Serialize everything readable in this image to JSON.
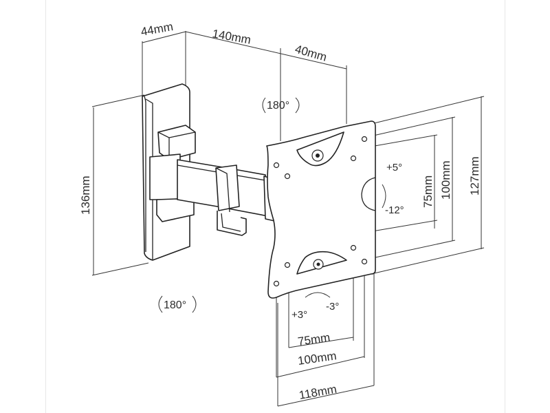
{
  "dimensions": {
    "wall_plate_depth": "44mm",
    "arm_length": "140mm",
    "head_depth": "40mm",
    "wall_plate_height": "136mm",
    "vesa_v_small": "75mm",
    "vesa_v_mid": "100mm",
    "vesa_v_large": "127mm",
    "vesa_h_small": "75mm",
    "vesa_h_mid": "100mm",
    "vesa_h_large": "118mm"
  },
  "rotations": {
    "swivel_top": "180°",
    "swivel_bottom": "180°",
    "tilt_up": "+5°",
    "tilt_down": "-12°",
    "level_plus": "+3°",
    "level_minus": "-3°"
  }
}
